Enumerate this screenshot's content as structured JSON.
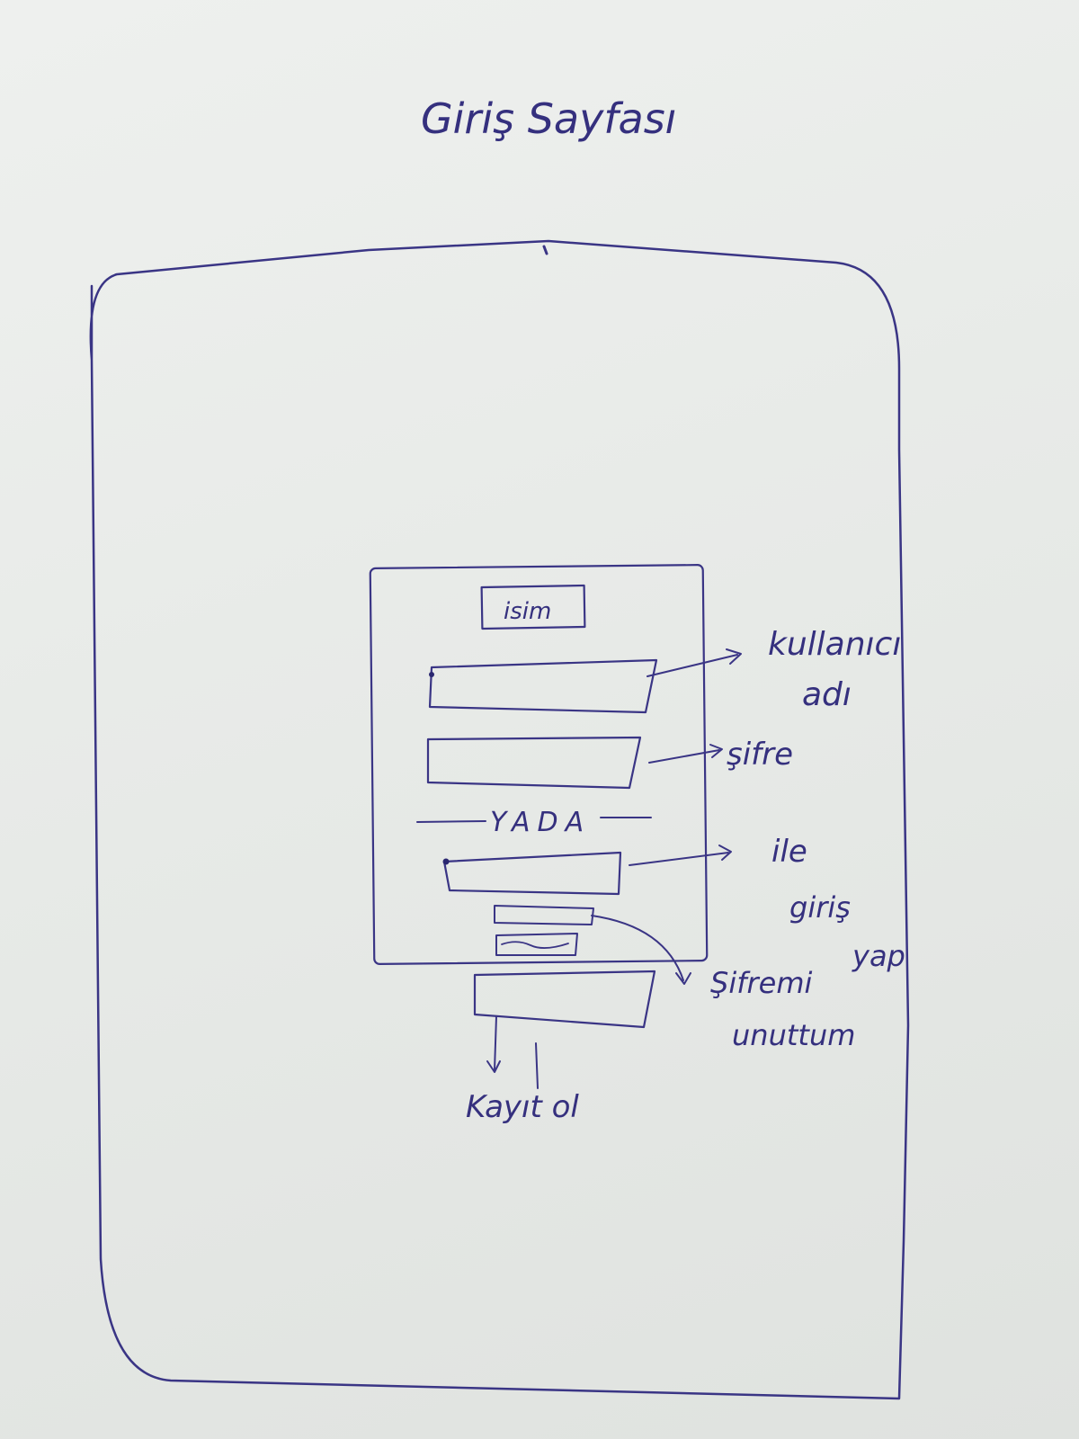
{
  "page": {
    "title": "Giriş Sayfası"
  },
  "login_card": {
    "logo_label": "isim",
    "divider_label": "YADA"
  },
  "annotations": {
    "username": [
      "kullanıcı",
      "adı"
    ],
    "password": "şifre",
    "social_login": [
      "ile",
      "giriş",
      "yap"
    ],
    "forgot_password": [
      "Şifremi",
      "unuttum"
    ],
    "register": "Kayıt ol"
  },
  "ink_color": "#3a3585"
}
